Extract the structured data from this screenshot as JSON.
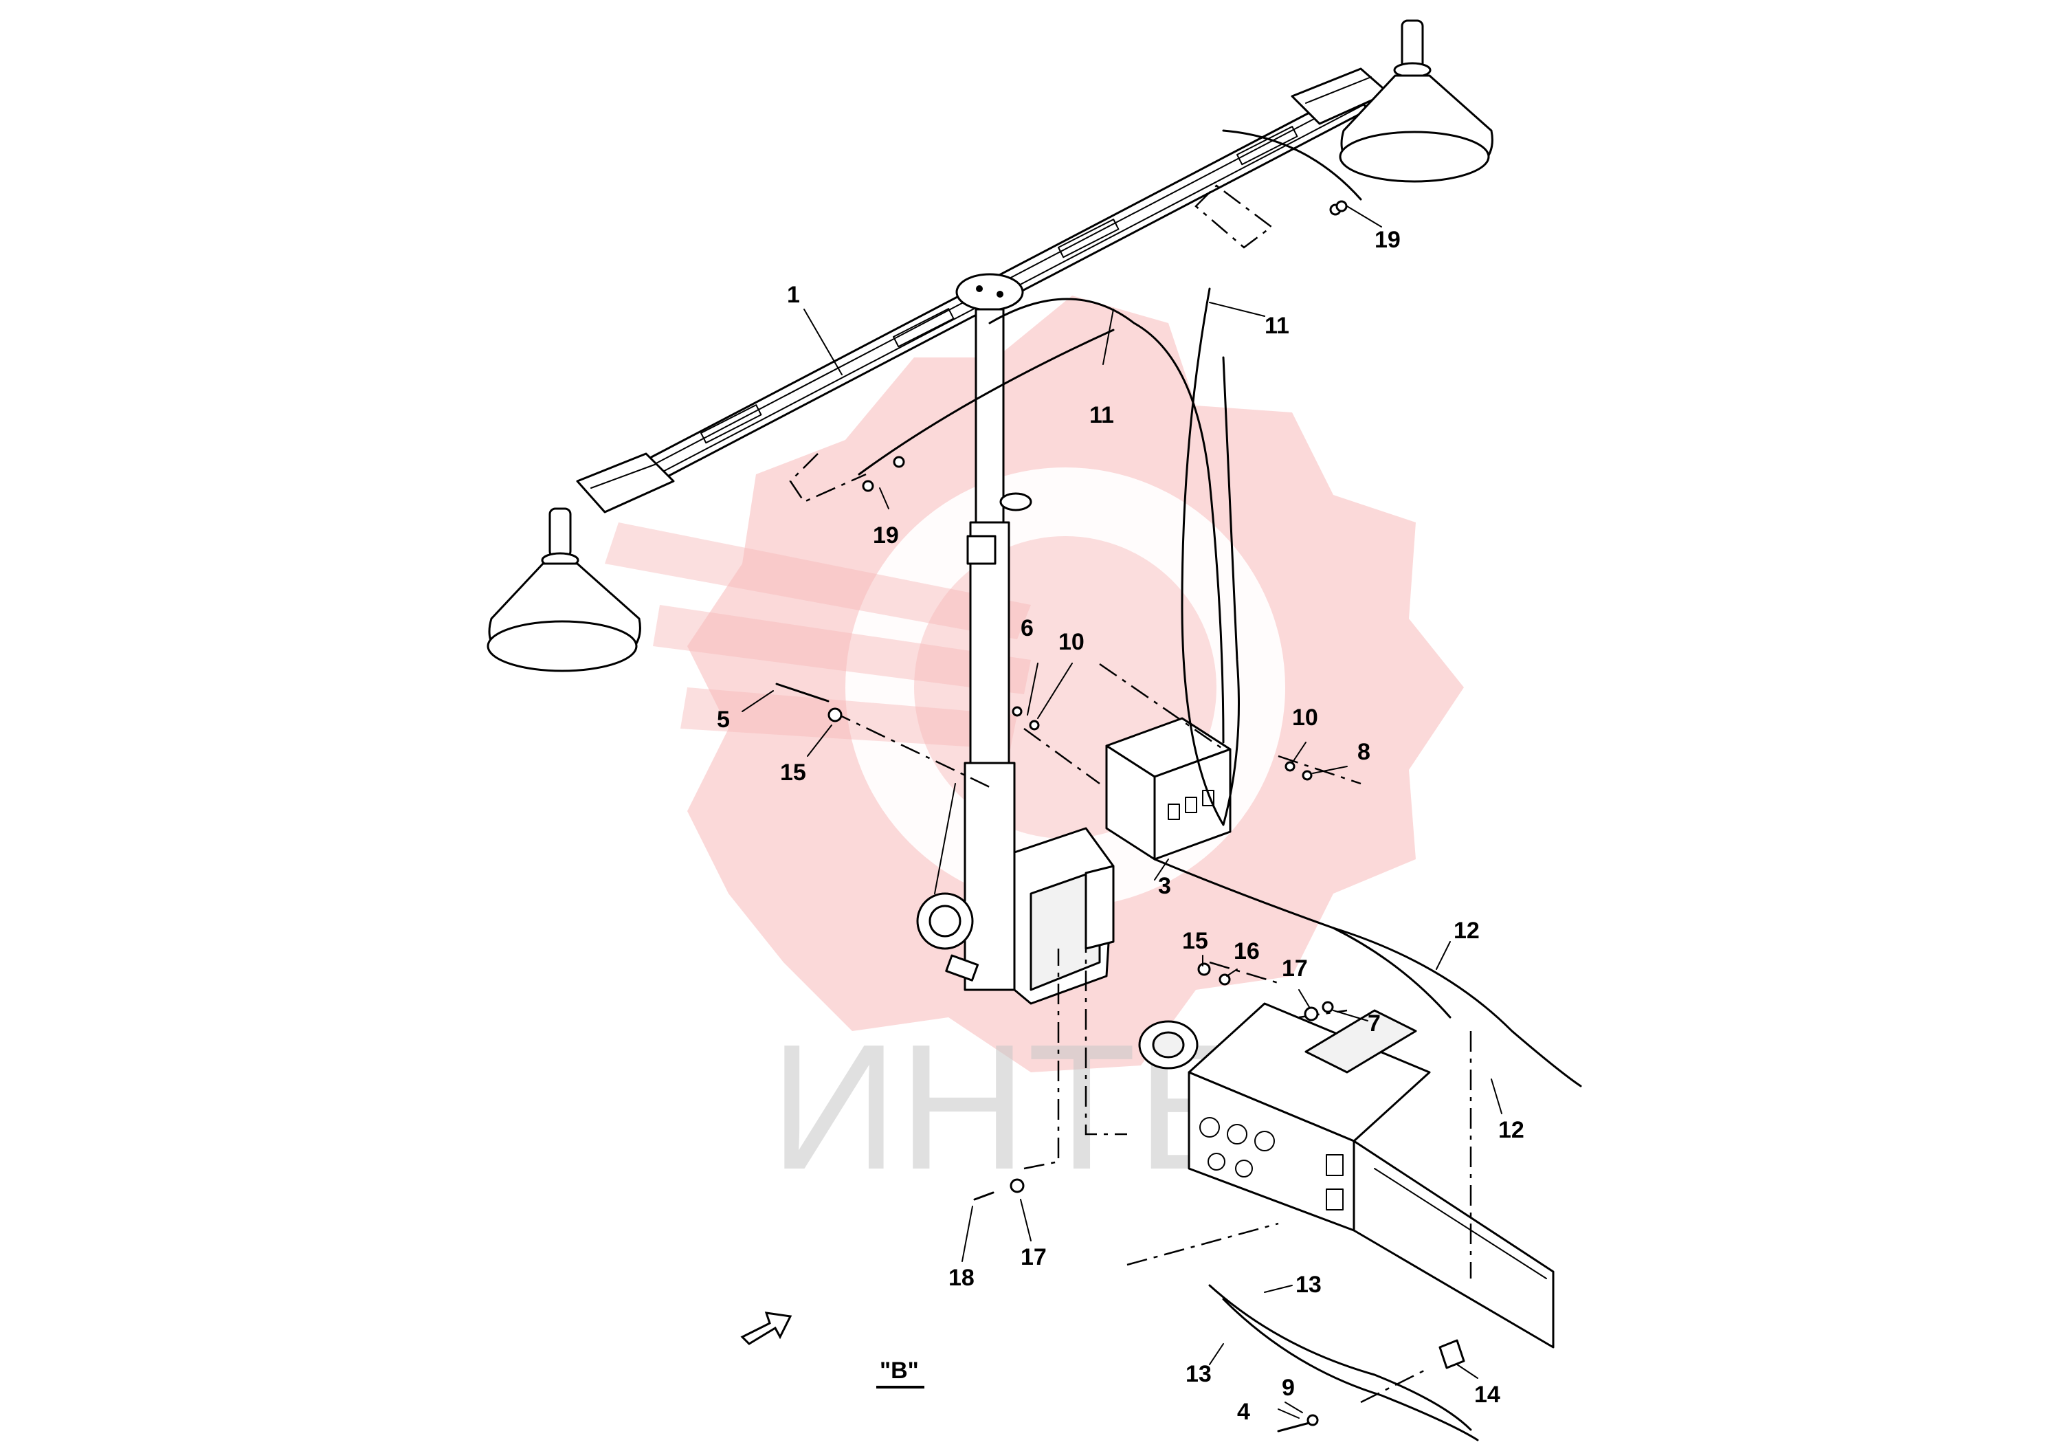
{
  "watermark": {
    "text": "ИНТЕХ",
    "gear_color": "#f7b9b9",
    "text_color": "#c8c8c8"
  },
  "view_label": "\"B\"",
  "callouts": [
    {
      "id": "c1",
      "label": "1"
    },
    {
      "id": "c3",
      "label": "3"
    },
    {
      "id": "c4",
      "label": "4"
    },
    {
      "id": "c5",
      "label": "5"
    },
    {
      "id": "c6",
      "label": "6"
    },
    {
      "id": "c7",
      "label": "7"
    },
    {
      "id": "c8",
      "label": "8"
    },
    {
      "id": "c9",
      "label": "9"
    },
    {
      "id": "c10a",
      "label": "10"
    },
    {
      "id": "c10b",
      "label": "10"
    },
    {
      "id": "c11a",
      "label": "11"
    },
    {
      "id": "c11b",
      "label": "11"
    },
    {
      "id": "c12a",
      "label": "12"
    },
    {
      "id": "c12b",
      "label": "12"
    },
    {
      "id": "c13a",
      "label": "13"
    },
    {
      "id": "c13b",
      "label": "13"
    },
    {
      "id": "c14",
      "label": "14"
    },
    {
      "id": "c15a",
      "label": "15"
    },
    {
      "id": "c15b",
      "label": "15"
    },
    {
      "id": "c16",
      "label": "16"
    },
    {
      "id": "c17a",
      "label": "17"
    },
    {
      "id": "c17b",
      "label": "17"
    },
    {
      "id": "c18",
      "label": "18"
    },
    {
      "id": "c19a",
      "label": "19"
    },
    {
      "id": "c19b",
      "label": "19"
    }
  ]
}
